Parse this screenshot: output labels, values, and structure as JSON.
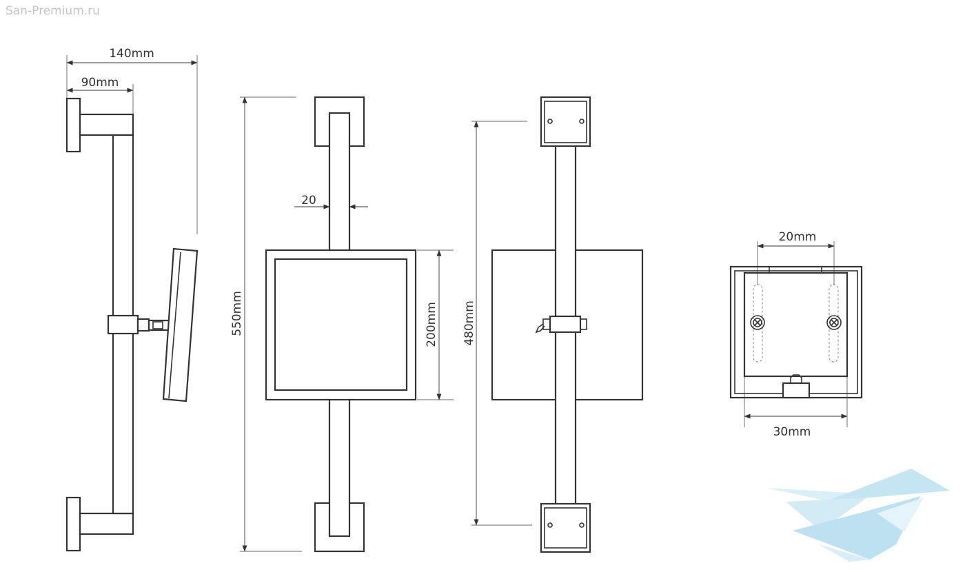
{
  "watermark": "San-Premium.ru",
  "dimensions": {
    "width_total": "140mm",
    "arm_depth": "90mm",
    "height_total": "550mm",
    "bar_width": "20",
    "mirror_height": "200mm",
    "fixing_distance": "480mm",
    "slot_spacing": "20mm",
    "plate_width": "30mm"
  },
  "colors": {
    "line": "#333333",
    "watermark_text": "#c4c4c4",
    "logo": "#bfe3f2"
  },
  "icons": {
    "brand_logo": "bird-logo-icon"
  }
}
